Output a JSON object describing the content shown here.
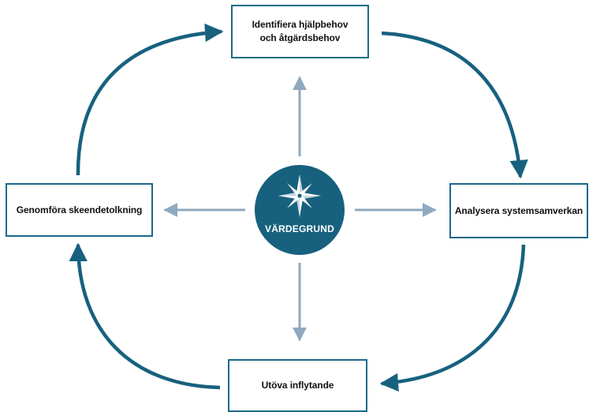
{
  "colors": {
    "cycle_arrow": "#17617f",
    "hub_fill": "#17617f",
    "spoke_arrow": "#8fa9bf",
    "box_border": "#1b6a8a",
    "star_fill": "#ffffff"
  },
  "hub": {
    "label": "VÄRDEGRUND",
    "icon": "compass-star-icon"
  },
  "boxes": {
    "top": {
      "line1": "Identifiera hjälpbehov",
      "line2": "och åtgärdsbehov"
    },
    "right": {
      "label": "Analysera systemsamverkan"
    },
    "bottom": {
      "label": "Utöva inflytande"
    },
    "left": {
      "label": "Genomföra skeendetolkning"
    }
  }
}
